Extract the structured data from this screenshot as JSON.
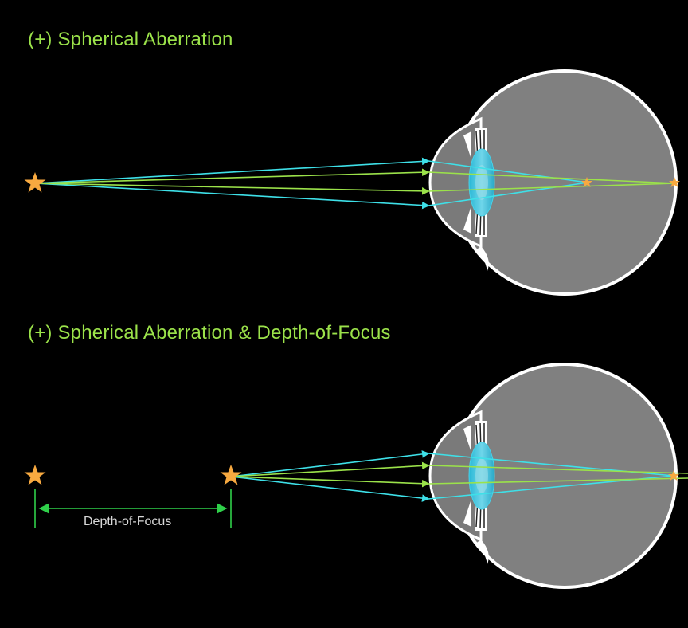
{
  "panel1": {
    "title": "(+) Spherical Aberration"
  },
  "panel2": {
    "title": "(+) Spherical Aberration & Depth-of-Focus",
    "dof_label": "Depth-of-Focus"
  },
  "colors": {
    "background": "#000000",
    "title": "#9be24a",
    "marginal_ray": "#3ee0e8",
    "paraxial_ray": "#9be24a",
    "star": "#f7a940",
    "eye": "#808080",
    "eye_outline": "#ffffff",
    "dimension_line": "#2fd04a"
  }
}
